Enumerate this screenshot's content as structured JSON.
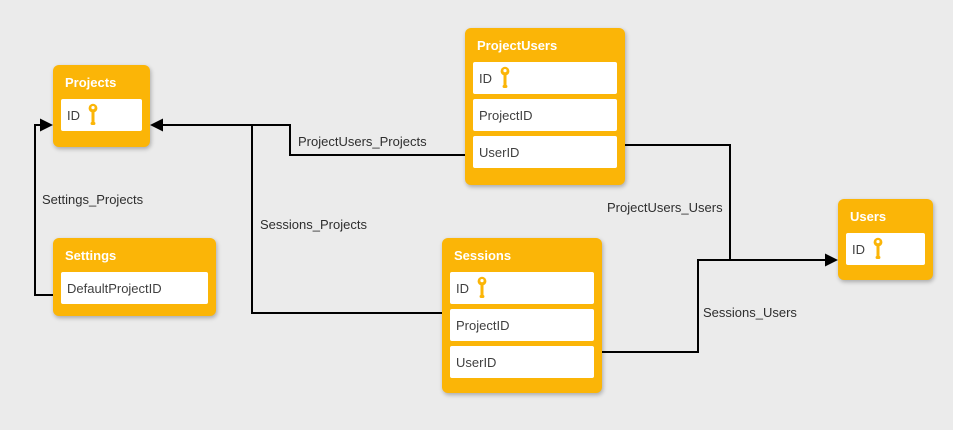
{
  "diagram": {
    "background_color": "#EBEBEB",
    "accent_color": "#FBB507",
    "line_color": "#000000"
  },
  "tables": [
    {
      "name": "Projects",
      "columns": [
        {
          "name": "ID",
          "key": true
        }
      ]
    },
    {
      "name": "Settings",
      "columns": [
        {
          "name": "DefaultProjectID",
          "key": false
        }
      ]
    },
    {
      "name": "ProjectUsers",
      "columns": [
        {
          "name": "ID",
          "key": true
        },
        {
          "name": "ProjectID",
          "key": false
        },
        {
          "name": "UserID",
          "key": false
        }
      ]
    },
    {
      "name": "Sessions",
      "columns": [
        {
          "name": "ID",
          "key": true
        },
        {
          "name": "ProjectID",
          "key": false
        },
        {
          "name": "UserID",
          "key": false
        }
      ]
    },
    {
      "name": "Users",
      "columns": [
        {
          "name": "ID",
          "key": true
        }
      ]
    }
  ],
  "relationships": [
    {
      "label": "ProjectUsers_Projects"
    },
    {
      "label": "Settings_Projects"
    },
    {
      "label": "Sessions_Projects"
    },
    {
      "label": "ProjectUsers_Users"
    },
    {
      "label": "Sessions_Users"
    }
  ]
}
